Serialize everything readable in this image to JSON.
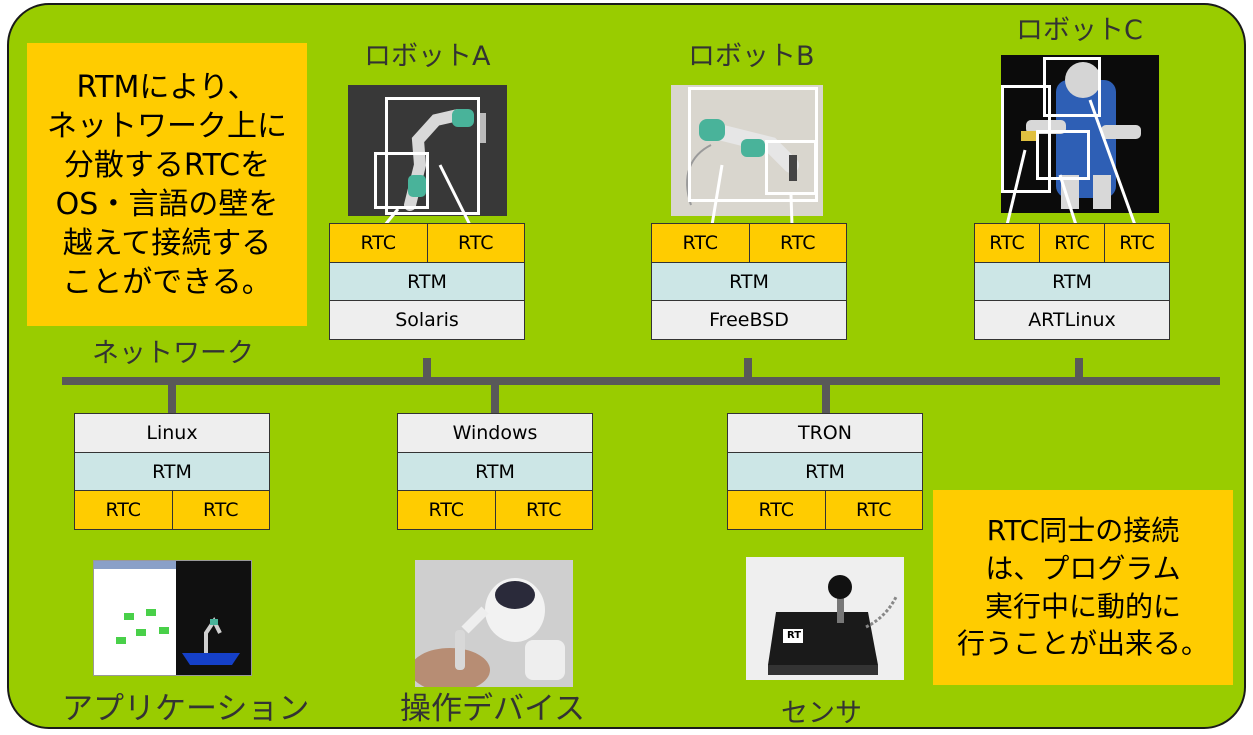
{
  "network_label": "ネットワーク",
  "notes": {
    "top_left": [
      "RTMにより、",
      "ネットワーク上に",
      "分散するRTCを",
      "OS・言語の壁を",
      "越えて接続する",
      "ことができる。"
    ],
    "bottom_right": [
      "RTC同士の接続",
      "は、プログラム",
      "実行中に動的に",
      "行うことが出来る。"
    ]
  },
  "robots": [
    {
      "caption": "ロボットA",
      "os": "Solaris",
      "rtm": "RTM",
      "rtcs": [
        "RTC",
        "RTC"
      ]
    },
    {
      "caption": "ロボットB",
      "os": "FreeBSD",
      "rtm": "RTM",
      "rtcs": [
        "RTC",
        "RTC"
      ]
    },
    {
      "caption": "ロボットC",
      "os": "ARTLinux",
      "rtm": "RTM",
      "rtcs": [
        "RTC",
        "RTC",
        "RTC"
      ]
    }
  ],
  "clients": [
    {
      "caption": "アプリケーション",
      "os": "Linux",
      "rtm": "RTM",
      "rtcs": [
        "RTC",
        "RTC"
      ]
    },
    {
      "caption": "操作デバイス",
      "os": "Windows",
      "rtm": "RTM",
      "rtcs": [
        "RTC",
        "RTC"
      ]
    },
    {
      "caption": "センサ",
      "os": "TRON",
      "rtm": "RTM",
      "rtcs": [
        "RTC",
        "RTC"
      ]
    }
  ],
  "sensor_label": "RT",
  "colors": {
    "background": "#99cc00",
    "note": "#ffcc00",
    "rtc": "#ffcc00",
    "rtm": "#cce6e6",
    "os": "#eeeeee",
    "bus": "#595959"
  }
}
